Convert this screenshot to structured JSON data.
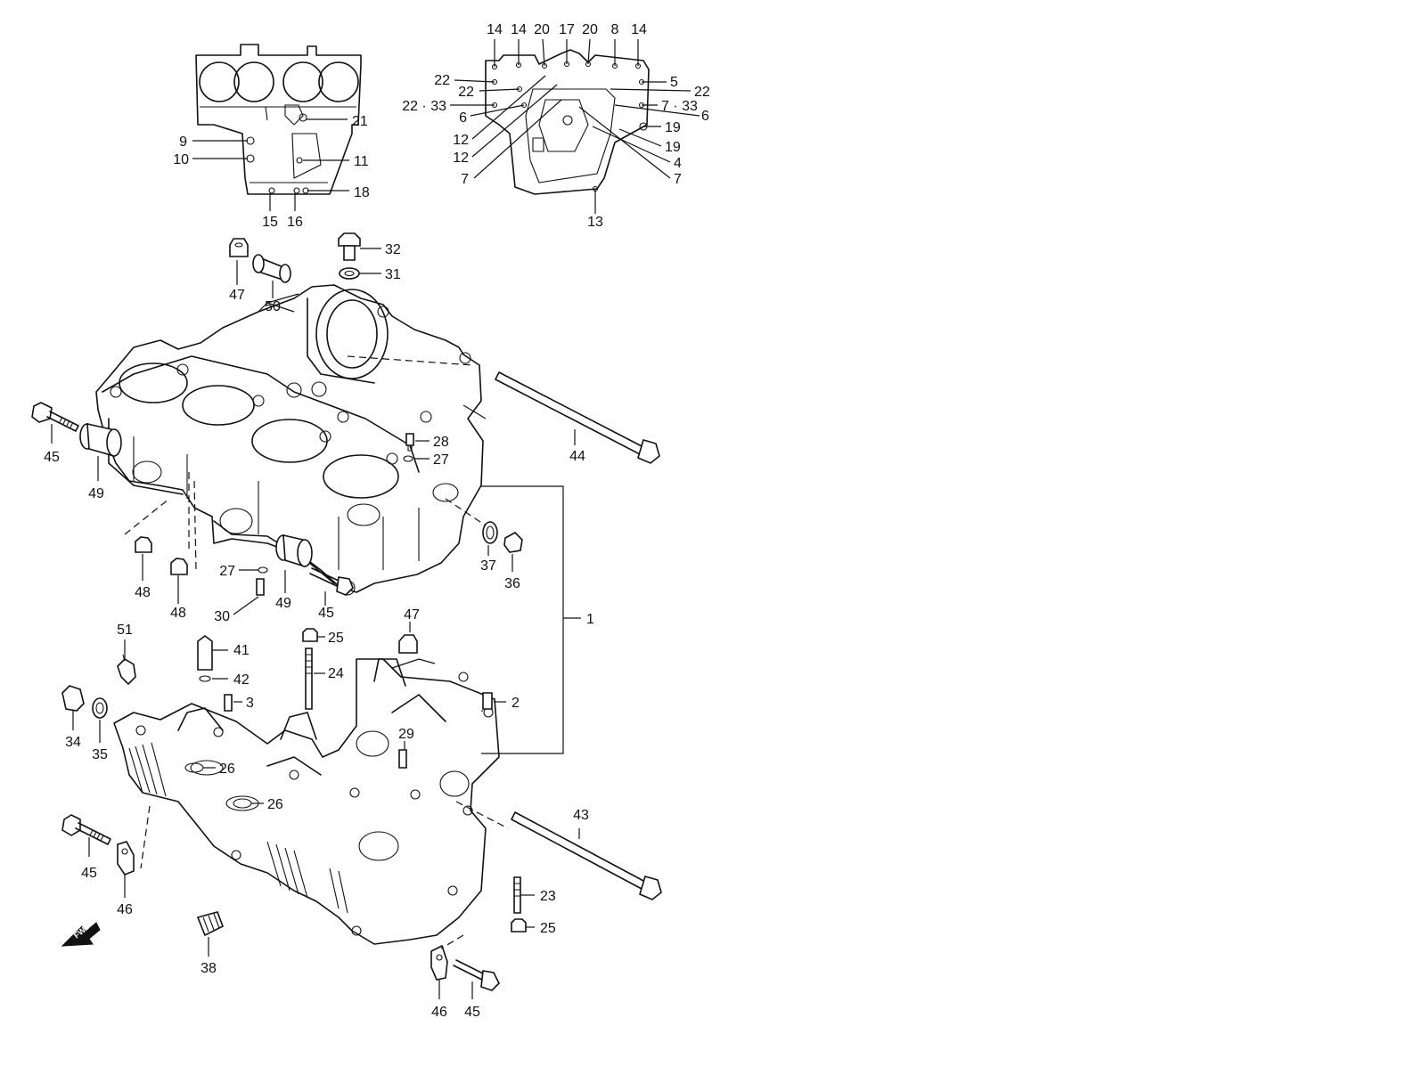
{
  "diagram": {
    "labels": {
      "d14a": "14",
      "d14b": "14",
      "d20a": "20",
      "d17": "17",
      "d20b": "20",
      "d8": "8",
      "d14c": "14",
      "d22a": "22",
      "d5": "5",
      "d22b": "22",
      "d22c": "22",
      "d2233": "22 · 33",
      "d733a": "7 · 33",
      "d6a": "6",
      "d6b": "6",
      "d19a": "19",
      "d12a": "12",
      "d19b": "19",
      "d12b": "12",
      "d4": "4",
      "d7a": "7",
      "d7b": "7",
      "d13": "13",
      "u21": "21",
      "u9": "9",
      "u10": "10",
      "u11": "11",
      "u18": "18",
      "u15": "15",
      "u16": "16",
      "p32": "32",
      "p31": "31",
      "p47a": "47",
      "p50": "50",
      "p44": "44",
      "p45a": "45",
      "p49a": "49",
      "p28": "28",
      "p27a": "27",
      "p37": "37",
      "p36": "36",
      "p48a": "48",
      "p48b": "48",
      "p27b": "27",
      "p30": "30",
      "p49b": "49",
      "p45b": "45",
      "p1": "1",
      "p47b": "47",
      "p25a": "25",
      "p51": "51",
      "p41": "41",
      "p24": "24",
      "p42": "42",
      "p3": "3",
      "p2": "2",
      "p34": "34",
      "p35": "35",
      "p29": "29",
      "p26a": "26",
      "p26b": "26",
      "p43": "43",
      "p45c": "45",
      "p46a": "46",
      "p23": "23",
      "p25b": "25",
      "p38": "38",
      "p46b": "46",
      "p45d": "45"
    },
    "fwd_label": "FWD"
  }
}
